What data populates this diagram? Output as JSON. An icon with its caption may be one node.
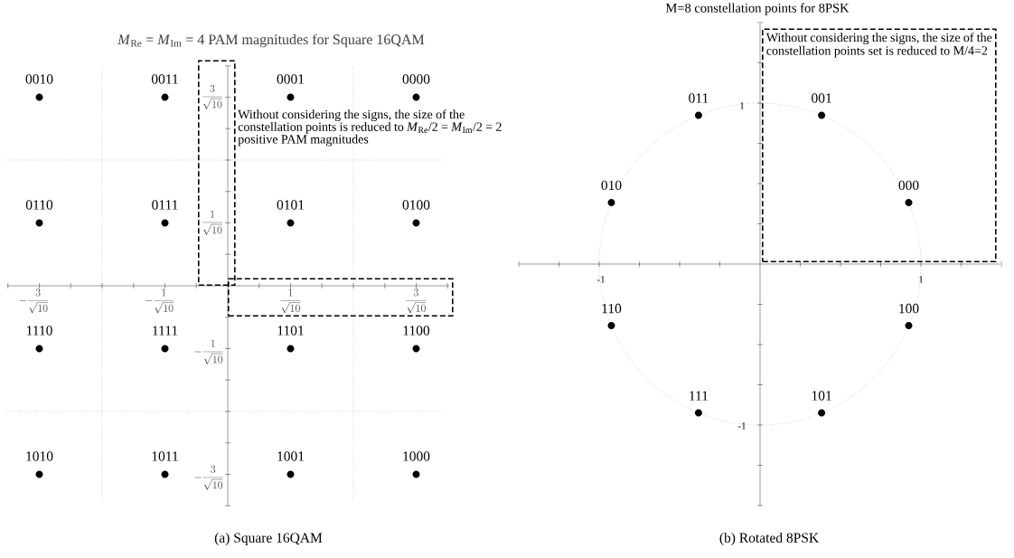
{
  "diagram": {
    "nodes": [
      {
        "text": [],
        "shape": "box"
      },
      {
        "text": [],
        "shape": "box"
      },
      {
        "text": [
          "Without considering the signs, the size of the constellation points set is reduced to M/4=2"
        ]
      }
    ],
    "labels": [
      "*M*$_{Re}$ = *M*$_{Im}$ = 4 PAM magnitudes for Square 16QAM",
      "0010",
      "0011",
      "0001",
      "0000",
      "0110",
      "0111",
      "0101",
      "0100",
      "1110",
      "1111",
      "1101",
      "1100",
      "1010",
      "1011",
      "1001",
      "1000",
      "Without considering the signs, the size of the constellation points is reduced to *M*$_{Re}$/2 = *M*$_{Im}$/2 = 2 positive PAM magnitudes",
      "-\\frac{3}{\\sqrt{10}}",
      "-\\frac{1}{\\sqrt{10}}",
      "\\frac{1}{\\sqrt{10}}",
      "\\frac{3}{\\sqrt{10}}",
      "\\frac{3}{\\sqrt{10}}",
      "\\frac{1}{\\sqrt{10}}",
      "-\\frac{1}{\\sqrt{10}}",
      "-\\frac{3}{\\sqrt{10}}",
      "(a) Square 16QAM",
      "M=8 constellation points for 8PSK",
      "011",
      "001",
      "010",
      "000",
      "110",
      "100",
      "111",
      "101",
      "1",
      "-1",
      "1",
      "-1",
      "(b) Rotated 8PSK"
    ]
  }
}
